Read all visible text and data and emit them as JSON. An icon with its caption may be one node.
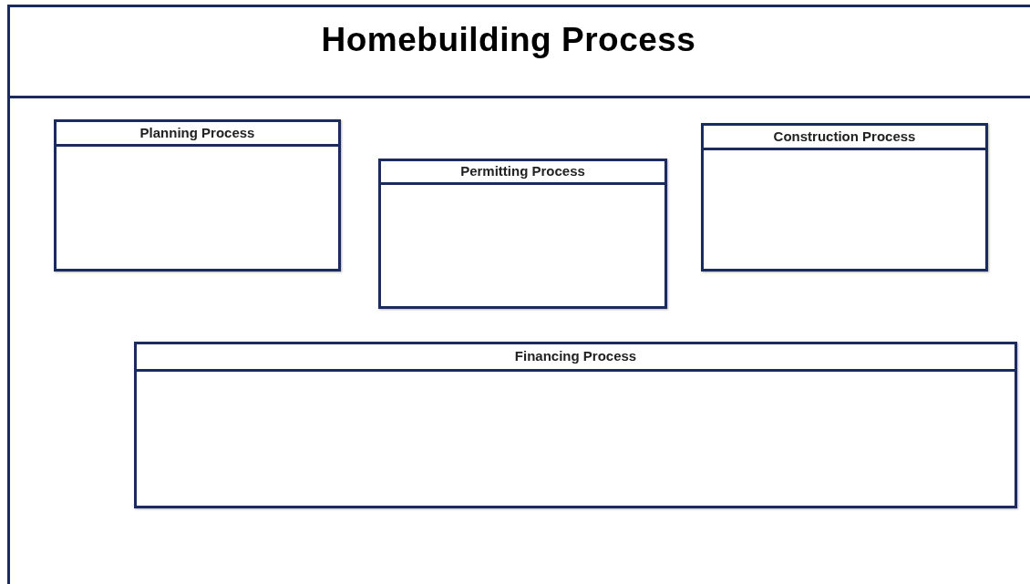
{
  "diagram": {
    "title": "Homebuilding Process",
    "nodes": [
      {
        "text": [
          "Planning Process"
        ]
      },
      {
        "text": [
          "Permitting Process"
        ]
      },
      {
        "text": [
          "Construction Process"
        ]
      },
      {
        "text": [
          "Financing Process"
        ]
      }
    ]
  }
}
